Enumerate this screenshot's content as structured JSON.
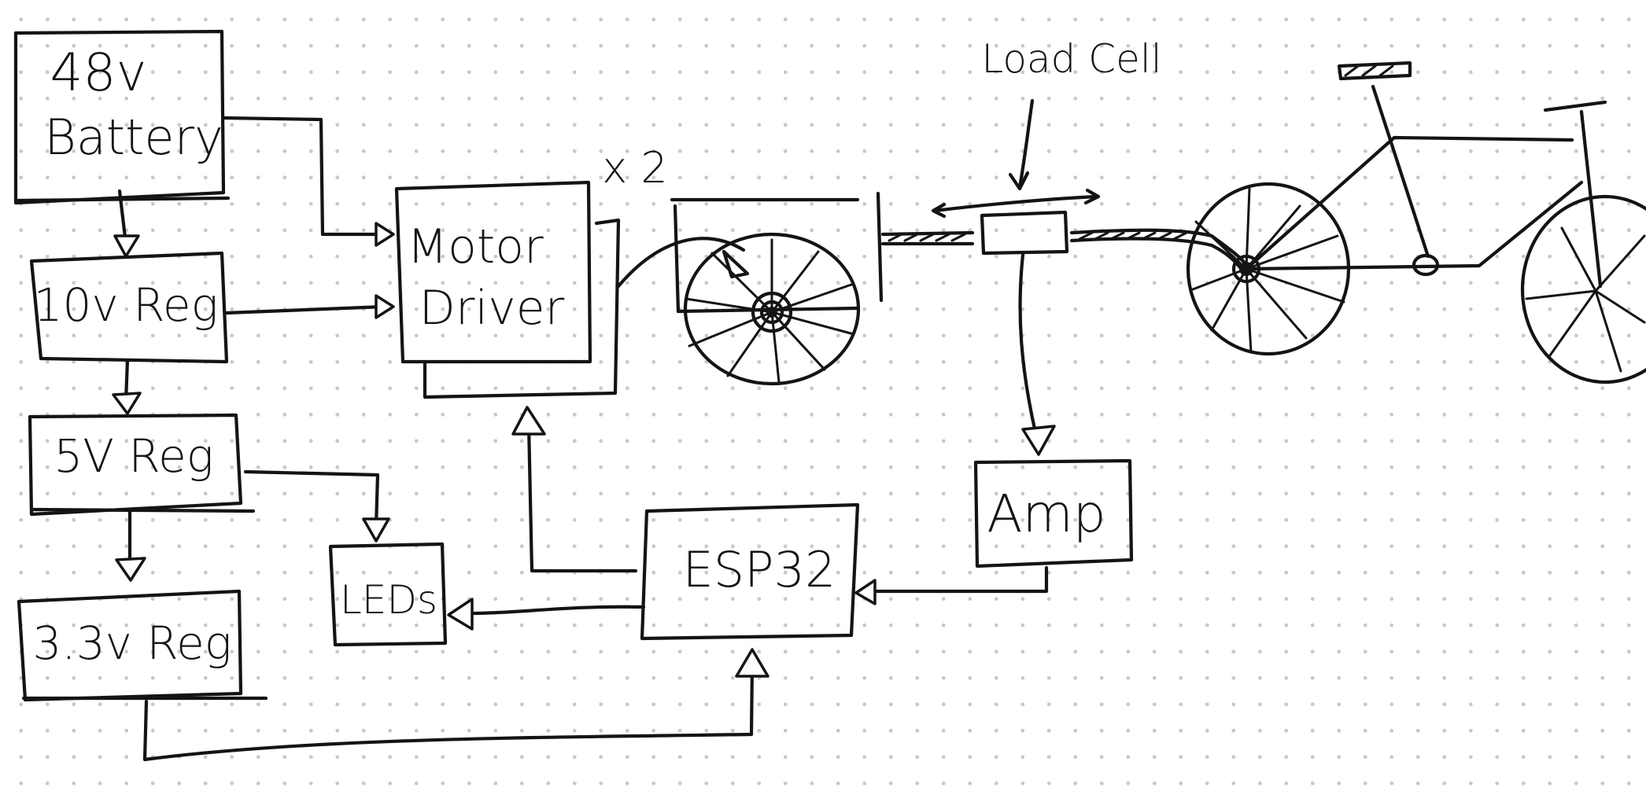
{
  "diagram": {
    "boxes": {
      "battery": {
        "line1": "48v",
        "line2": "Battery"
      },
      "reg10": "10v Reg",
      "reg5": "5V Reg",
      "reg33": "3.3v Reg",
      "leds": "LEDs",
      "motor_driver": {
        "line1": "Motor",
        "line2": "Driver"
      },
      "esp32": "ESP32",
      "amp": "Amp"
    },
    "labels": {
      "multiplier": "x 2",
      "load_cell": "Load Cell"
    },
    "components": [
      "motor-wheel",
      "load-cell",
      "bicycle"
    ],
    "ink_color": "#141414"
  }
}
